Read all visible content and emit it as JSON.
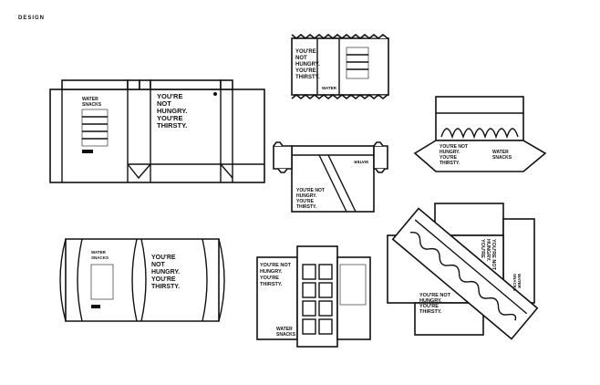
{
  "section_label": "DESIGN",
  "headline": [
    "YOU'RE",
    "NOT",
    "HUNGRY.",
    "YOU'RE",
    "THIRSTY."
  ],
  "headline_compact": [
    "YOU'RE NOT",
    "HUNGRY.",
    "YOU'RE",
    "THIRSTY."
  ],
  "product_name": [
    "WATER",
    "SNACKS"
  ],
  "colors": {
    "ink": "#111111",
    "background": "#ffffff"
  }
}
